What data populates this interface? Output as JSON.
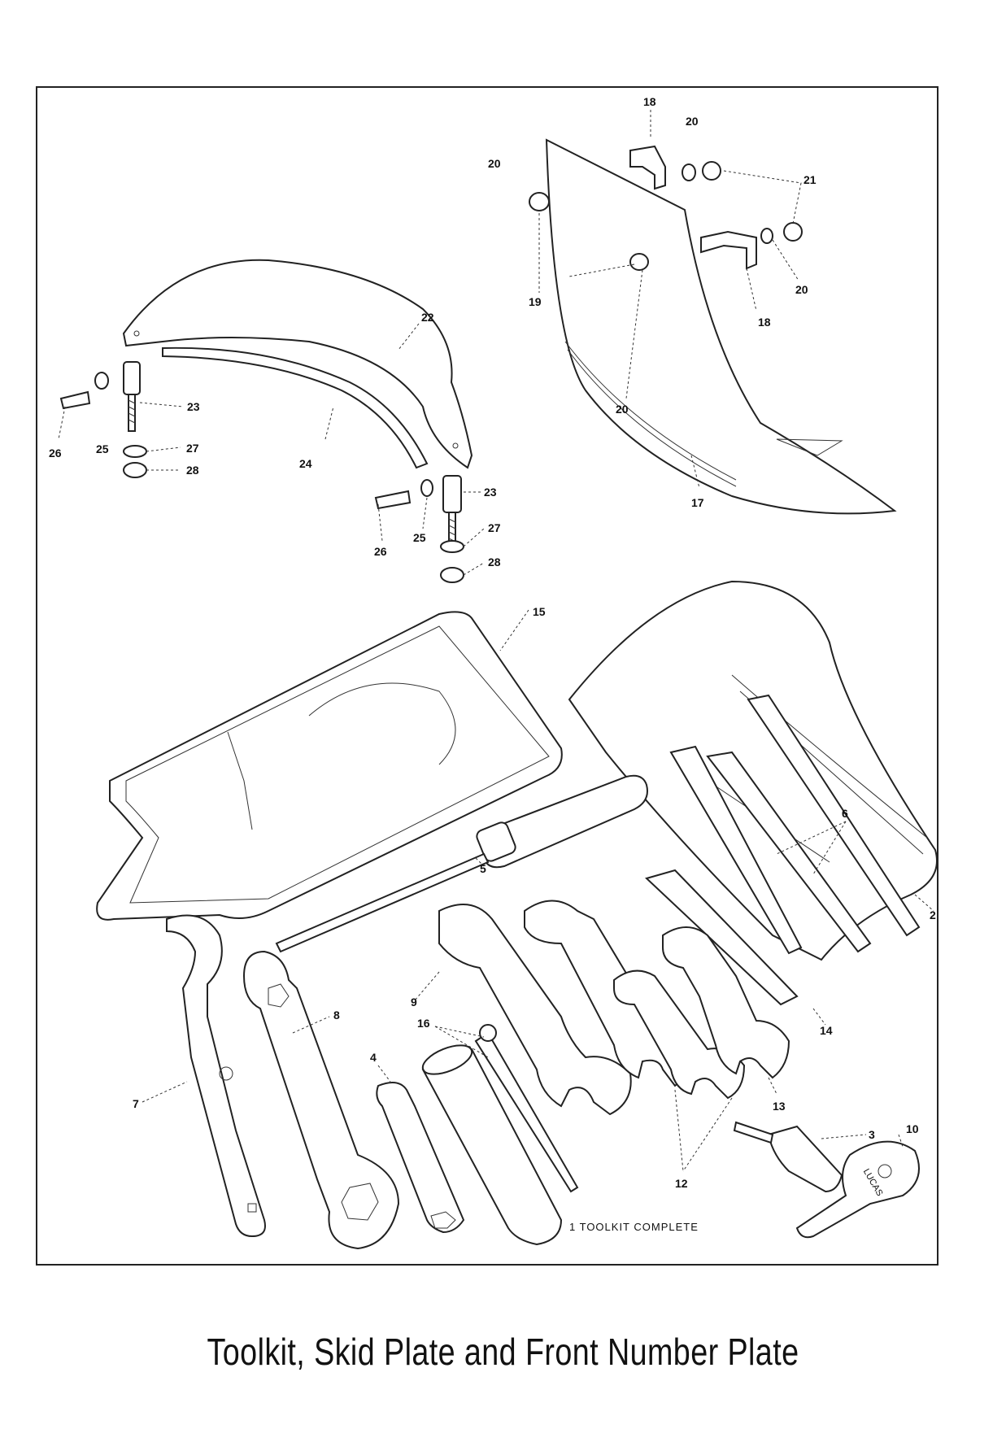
{
  "caption": "Toolkit, Skid Plate and Front Number Plate",
  "kit_note": "1 TOOLKIT COMPLETE",
  "callouts": {
    "c2": "2",
    "c3": "3",
    "c4": "4",
    "c5": "5",
    "c6": "6",
    "c7": "7",
    "c8": "8",
    "c9": "9",
    "c10": "10",
    "c12": "12",
    "c13": "13",
    "c14": "14",
    "c15": "15",
    "c16": "16",
    "c17": "17",
    "c18a": "18",
    "c18b": "18",
    "c19": "19",
    "c20a": "20",
    "c20b": "20",
    "c20c": "20",
    "c20d": "20",
    "c21": "21",
    "c22": "22",
    "c23a": "23",
    "c23b": "23",
    "c24": "24",
    "c25a": "25",
    "c25b": "25",
    "c26a": "26",
    "c26b": "26",
    "c27a": "27",
    "c27b": "27",
    "c28a": "28",
    "c28b": "28"
  },
  "stamp_text": "LUCAS"
}
